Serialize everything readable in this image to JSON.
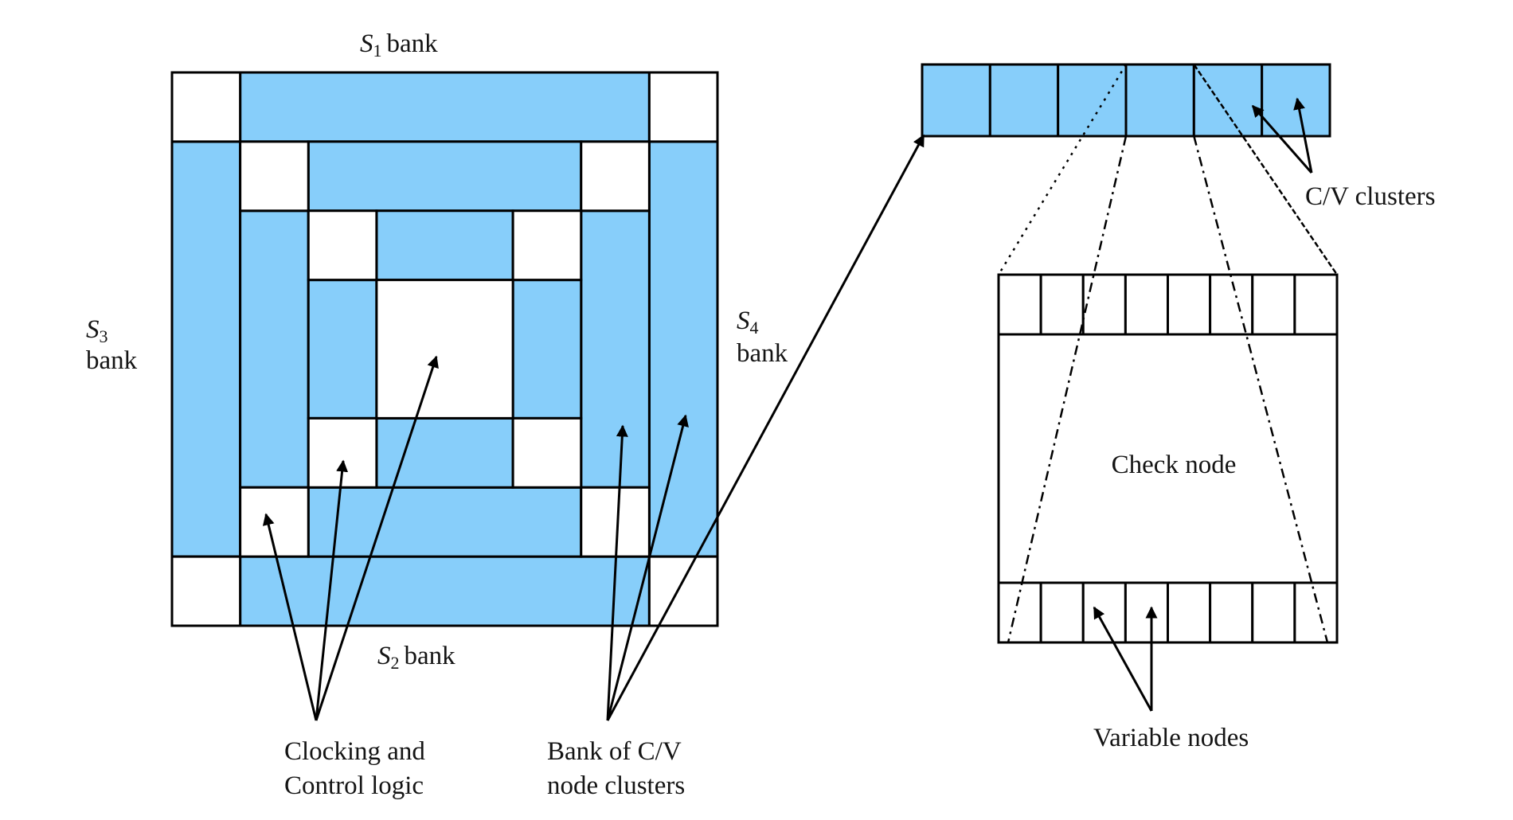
{
  "colors": {
    "bank_fill": "#87CEFA",
    "logic_fill": "#FFFFFF",
    "stroke": "#000000"
  },
  "labels": {
    "s1": {
      "symbol": "S",
      "sub": "1",
      "text": "bank"
    },
    "s2": {
      "symbol": "S",
      "sub": "2",
      "text": "bank"
    },
    "s3": {
      "symbol": "S",
      "sub": "3",
      "text": "bank"
    },
    "s4": {
      "symbol": "S",
      "sub": "4",
      "text": "bank"
    },
    "clocking": {
      "line1": "Clocking and",
      "line2": "Control logic"
    },
    "bank_clusters": {
      "line1": "Bank of C/V",
      "line2": "node clusters"
    },
    "cv_clusters": "C/V clusters",
    "check_node": "Check node",
    "variable_nodes": "Variable nodes"
  },
  "structure": {
    "grid": {
      "rings": 3,
      "ring_roles": [
        "bank",
        "bank",
        "bank"
      ],
      "corner_role": "clocking-control-logic",
      "center_role": "clocking-control-logic"
    },
    "cluster_strip_cells": 6,
    "check_node_top_cells": 8,
    "variable_node_cells": 8
  }
}
